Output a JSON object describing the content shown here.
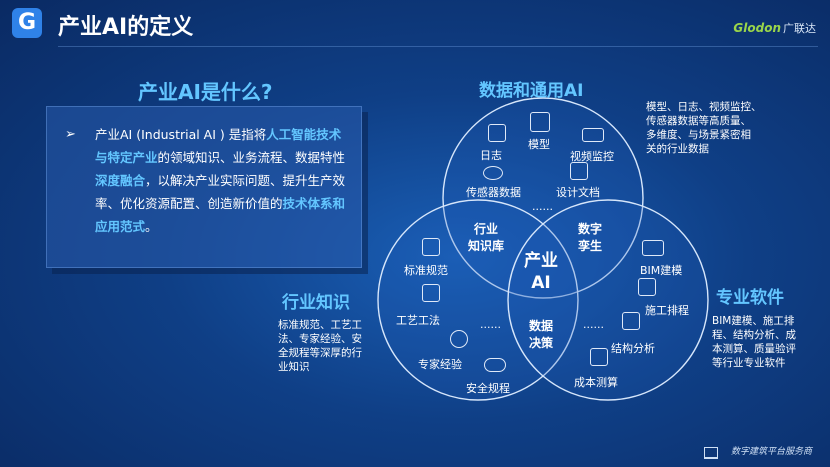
{
  "header": {
    "logo_letter": "G",
    "title": "产业AI的定义",
    "brand_latin": "Glodon",
    "brand_cn": "广联达"
  },
  "definition": {
    "question": "产业AI是什么?",
    "bullet": "➢",
    "p1": "产业AI (Industrial AI ) 是指将",
    "h1": "人工智能技术与特定产业",
    "p2": "的领域知识、业务流程、数据特性",
    "h2": "深度融合",
    "p3": "，以解决产业实际问题、提升生产效率、优化资源配置、创造新价值的",
    "h3": "技术体系和应用范式",
    "p4": "。"
  },
  "venn": {
    "top_title": "数据和通用AI",
    "left_title": "行业知识",
    "right_title": "专业软件",
    "center": "产业\nAI",
    "overlap_top_left": "行业\n知识库",
    "overlap_top_right": "数字\n孪生",
    "overlap_bottom": "数据\n决策",
    "top_items": {
      "log": "日志",
      "model": "模型",
      "video": "视频监控",
      "sensor": "传感器数据",
      "design": "设计文档",
      "more": "......"
    },
    "left_items": {
      "standard": "标准规范",
      "process": "工艺工法",
      "expert": "专家经验",
      "safety": "安全规程",
      "more": "......"
    },
    "right_items": {
      "bim": "BIM建模",
      "schedule": "施工排程",
      "structure": "结构分析",
      "cost": "成本测算",
      "more": "......"
    },
    "top_desc": [
      "模型、日志、视频监控、",
      "传感器数据等高质量、",
      "多维度、与场景紧密相",
      "关的行业数据"
    ],
    "left_desc": [
      "标准规范、工艺工",
      "法、专家经验、安",
      "全规程等深厚的行",
      "业知识"
    ],
    "right_desc": [
      "BIM建模、施工排",
      "程、结构分析、成",
      "本测算、质量验评",
      "等行业专业软件"
    ],
    "icon_names": [
      "document-icon",
      "model-icon",
      "camera-icon",
      "cloud-sensor-icon",
      "design-doc-icon",
      "doc-icon",
      "doc-icon",
      "expert-icon",
      "chat-icon",
      "monitor-chart-icon",
      "schedule-icon",
      "structure-icon",
      "cost-list-icon"
    ]
  },
  "footer": {
    "text": "数字建筑平台服务商"
  },
  "colors": {
    "accent": "#63c6ff",
    "brand_green": "#9ad64a",
    "background": "#0f3f86"
  }
}
